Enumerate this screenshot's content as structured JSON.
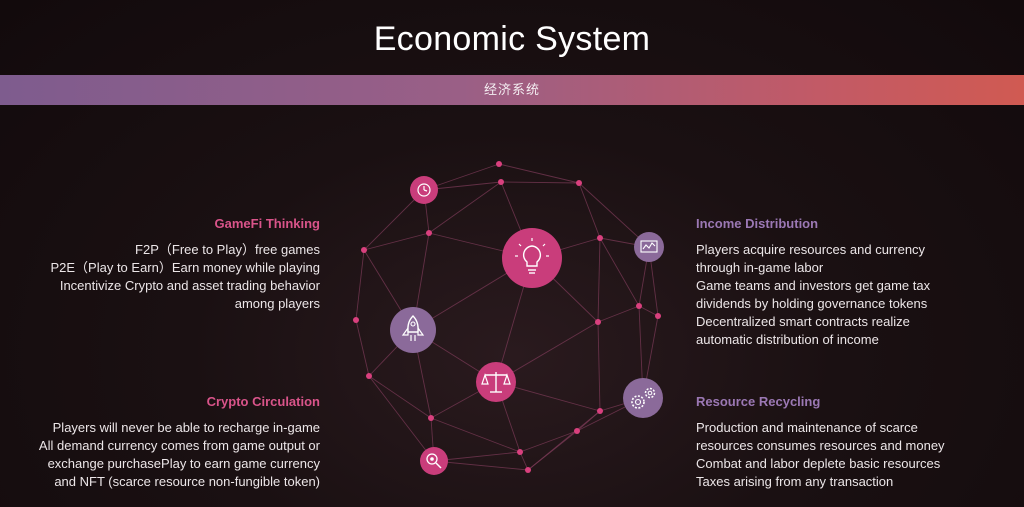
{
  "title": "Economic System",
  "subtitle": "经济系统",
  "colors": {
    "pink": "#c93d7b",
    "purple": "#8b6a9a",
    "heading_pink": "#d9548a",
    "heading_purple": "#9b78b4"
  },
  "sections": {
    "gamefi": {
      "heading": "GameFi Thinking",
      "lines": [
        "F2P（Free to Play）free games",
        "P2E（Play to Earn）Earn money while playing",
        "Incentivize Crypto and asset trading behavior",
        "among players"
      ]
    },
    "crypto": {
      "heading": "Crypto Circulation",
      "lines": [
        "Players will never be able to recharge in-game",
        "All demand currency comes from game output or",
        "exchange purchasePlay to earn game currency",
        "and NFT (scarce resource non-fungible token)"
      ]
    },
    "income": {
      "heading": "Income Distribution",
      "lines": [
        "Players acquire resources and currency",
        "through in-game labor",
        "Game teams and investors get game tax",
        "dividends by holding governance tokens",
        "Decentralized smart contracts realize",
        "automatic distribution of income"
      ]
    },
    "recycling": {
      "heading": "Resource Recycling",
      "lines": [
        "Production and maintenance of scarce",
        "resources consumes resources and money",
        "Combat and labor deplete basic resources",
        "Taxes arising from any transaction"
      ]
    }
  },
  "icons": [
    "clock-icon",
    "lightbulb-icon",
    "chart-icon",
    "rocket-icon",
    "scales-icon",
    "gears-icon",
    "search-gear-icon"
  ]
}
